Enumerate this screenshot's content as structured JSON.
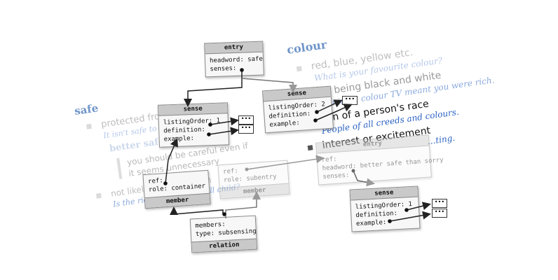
{
  "entries": {
    "colour": {
      "headword": "colour",
      "senses": [
        {
          "definition": "red, blue, yellow etc.",
          "example": "What is your favourite colour?"
        },
        {
          "definition": "not being black and white",
          "example": "Owning a colour TV meant you were rich."
        },
        {
          "definition": "sign of a person's race",
          "example": "People of all creeds and colours."
        },
        {
          "definition": "interest or excitement",
          "example": "…ting."
        }
      ]
    },
    "safe": {
      "headword": "safe",
      "senses": [
        {
          "definition": "protected from h…",
          "example": "It isn't safe to park here."
        },
        {
          "definition": "better safe than sorry",
          "sub_definition": "you should be careful even if it seems unnecessary"
        },
        {
          "definition": "not likely to cause harm",
          "example": "Is the ride safe for a small child?"
        }
      ]
    }
  },
  "schema": {
    "entry_top": {
      "title": "entry",
      "rows": [
        "headword: safe",
        "senses:"
      ]
    },
    "sense_left": {
      "title": "sense",
      "rows": [
        "listingOrder: 1",
        "definition:",
        "example:"
      ]
    },
    "sense_mid": {
      "title": "sense",
      "rows": [
        "listingOrder: 2",
        "definition:",
        "example:"
      ]
    },
    "member_left": {
      "title": "member",
      "rows": [
        "ref:",
        "role: container"
      ]
    },
    "member_right": {
      "title": "member",
      "rows": [
        "ref:",
        "role: subentry"
      ]
    },
    "relation": {
      "title": "relation",
      "rows": [
        "members:",
        "type: subsensing"
      ]
    },
    "entry_right": {
      "title": "entry",
      "rows": [
        "ref:",
        "headword: better safe than sorry",
        "senses:"
      ]
    },
    "sense_right": {
      "title": "sense",
      "rows": [
        "listingOrder: 1",
        "definition:",
        "example:"
      ]
    },
    "ellipsis": "•••"
  },
  "colors": {
    "headword": "#6f95c9",
    "example": "#2a62c3",
    "box_title": "#c9c9c9",
    "box_border": "#8a8a8a"
  }
}
